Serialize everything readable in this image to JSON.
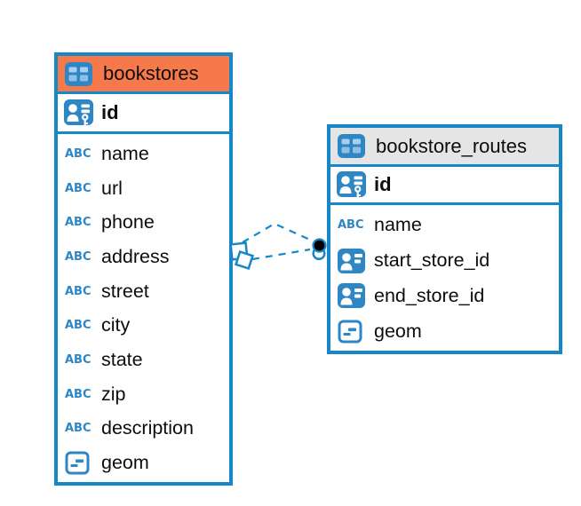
{
  "diagram_type": "entity-relationship",
  "colors": {
    "border_blue": "#1787C9",
    "icon_blue": "#2E86C5",
    "cell_top": "#A9CFEC",
    "cell_bottom": "#8FBFE4",
    "header_orange": "#F5794B",
    "header_gray": "#E5E5E5",
    "text": "#0d0d0d",
    "endpoint_black": "#000000",
    "background": "#ffffff"
  },
  "icons": {
    "text_label": "ABC"
  },
  "tables": [
    {
      "title": "bookstores",
      "header_style": "orange",
      "pk": {
        "name": "id",
        "type": "primary-key"
      },
      "columns": [
        {
          "name": "name",
          "type": "text"
        },
        {
          "name": "url",
          "type": "text"
        },
        {
          "name": "phone",
          "type": "text"
        },
        {
          "name": "address",
          "type": "text"
        },
        {
          "name": "street",
          "type": "text"
        },
        {
          "name": "city",
          "type": "text"
        },
        {
          "name": "state",
          "type": "text"
        },
        {
          "name": "zip",
          "type": "text"
        },
        {
          "name": "description",
          "type": "text"
        },
        {
          "name": "geom",
          "type": "geometry"
        }
      ]
    },
    {
      "title": "bookstore_routes",
      "header_style": "gray",
      "pk": {
        "name": "id",
        "type": "primary-key"
      },
      "columns": [
        {
          "name": "name",
          "type": "text"
        },
        {
          "name": "start_store_id",
          "type": "reference"
        },
        {
          "name": "end_store_id",
          "type": "reference"
        },
        {
          "name": "geom",
          "type": "geometry"
        }
      ]
    }
  ],
  "connection": {
    "between": [
      "bookstores",
      "bookstore_routes"
    ],
    "style": "dashed",
    "line_count": 2,
    "left_marker": "stacked-squares",
    "right_marker": "filled-dot"
  }
}
